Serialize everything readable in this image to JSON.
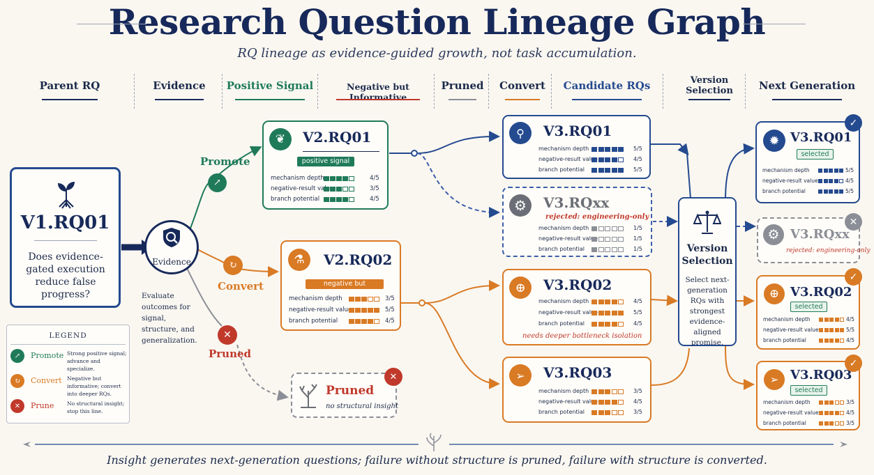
{
  "header": {
    "title": "Research Question Lineage Graph",
    "subtitle": "RQ lineage as evidence-guided growth, not task accumulation."
  },
  "columns": [
    "Parent RQ",
    "Evidence",
    "Positive Signal",
    "Negative but Informative",
    "Pruned",
    "Convert",
    "Candidate RQs",
    "Version\nSelection",
    "Next Generation"
  ],
  "colors": {
    "navy": "#17295a",
    "blue": "#244a8f",
    "green": "#1f7a5a",
    "orange": "#d97a24",
    "red": "#c0392b",
    "grey": "#8b8e96"
  },
  "metric_labels": [
    "mechanism depth",
    "negative-result value",
    "branch potential"
  ],
  "parent": {
    "id": "V1.RQ01",
    "question": "Does evidence-gated execution reduce false progress?",
    "icon": "sprout-icon"
  },
  "evidence": {
    "label": "Evidence",
    "caption": "Evaluate outcomes for signal, structure, and generalization.",
    "icon": "shield-search-icon"
  },
  "edges": {
    "promote": "Promote",
    "convert": "Convert",
    "pruned": "Pruned"
  },
  "pruned_box": {
    "title": "Pruned",
    "note": "no structural insight",
    "icon": "bare-tree-icon"
  },
  "v2": [
    {
      "id": "V2.RQ01",
      "badge": "positive signal",
      "icon": "leaf-icon",
      "scores": [
        4,
        3,
        4
      ],
      "labels": [
        "4/5",
        "3/5",
        "4/5"
      ]
    },
    {
      "id": "V2.RQ02",
      "badge": "negative but informative",
      "icon": "flask-icon",
      "scores": [
        3,
        5,
        4
      ],
      "labels": [
        "3/5",
        "5/5",
        "4/5"
      ]
    }
  ],
  "v3": [
    {
      "id": "V3.RQ01",
      "icon": "magnifier-icon",
      "scores": [
        5,
        4,
        5
      ],
      "labels": [
        "5/5",
        "4/5",
        "5/5"
      ]
    },
    {
      "id": "V3.RQxx",
      "icon": "gear-icon",
      "note": "rejected: engineering-only",
      "scores": [
        1,
        1,
        1
      ],
      "labels": [
        "1/5",
        "1/5",
        "1/5"
      ]
    },
    {
      "id": "V3.RQ02",
      "icon": "target-icon",
      "note": "needs deeper bottleneck isolation",
      "scores": [
        4,
        5,
        4
      ],
      "labels": [
        "4/5",
        "5/5",
        "4/5"
      ]
    },
    {
      "id": "V3.RQ03",
      "icon": "compass-icon",
      "scores": [
        3,
        4,
        3
      ],
      "labels": [
        "3/5",
        "4/5",
        "3/5"
      ]
    }
  ],
  "selection": {
    "title": "Version Selection",
    "caption": "Select next-generation RQs with strongest evidence-aligned promise.",
    "icon": "scales-icon"
  },
  "next": [
    {
      "id": "V3.RQ01",
      "badge": "selected",
      "icon": "gear-badge-icon",
      "scores": [
        5,
        4,
        5
      ],
      "labels": [
        "5/5",
        "4/5",
        "5/5"
      ]
    },
    {
      "id": "V3.RQxx",
      "note": "rejected: engineering-only",
      "icon": "gear-icon"
    },
    {
      "id": "V3.RQ02",
      "badge": "selected",
      "icon": "target-icon",
      "scores": [
        4,
        5,
        4
      ],
      "labels": [
        "4/5",
        "5/5",
        "4/5"
      ]
    },
    {
      "id": "V3.RQ03",
      "badge": "selected",
      "icon": "compass-icon",
      "scores": [
        3,
        4,
        3
      ],
      "labels": [
        "3/5",
        "4/5",
        "3/5"
      ]
    }
  ],
  "legend": {
    "title": "LEGEND",
    "items": [
      {
        "label": "Promote",
        "desc": "Strong positive signal; advance and specialize."
      },
      {
        "label": "Convert",
        "desc": "Negative but informative; convert into deeper RQs."
      },
      {
        "label": "Prune",
        "desc": "No structural insight; stop this line."
      }
    ]
  },
  "footer": "Insight generates next-generation questions; failure without structure is pruned, failure with structure is converted."
}
